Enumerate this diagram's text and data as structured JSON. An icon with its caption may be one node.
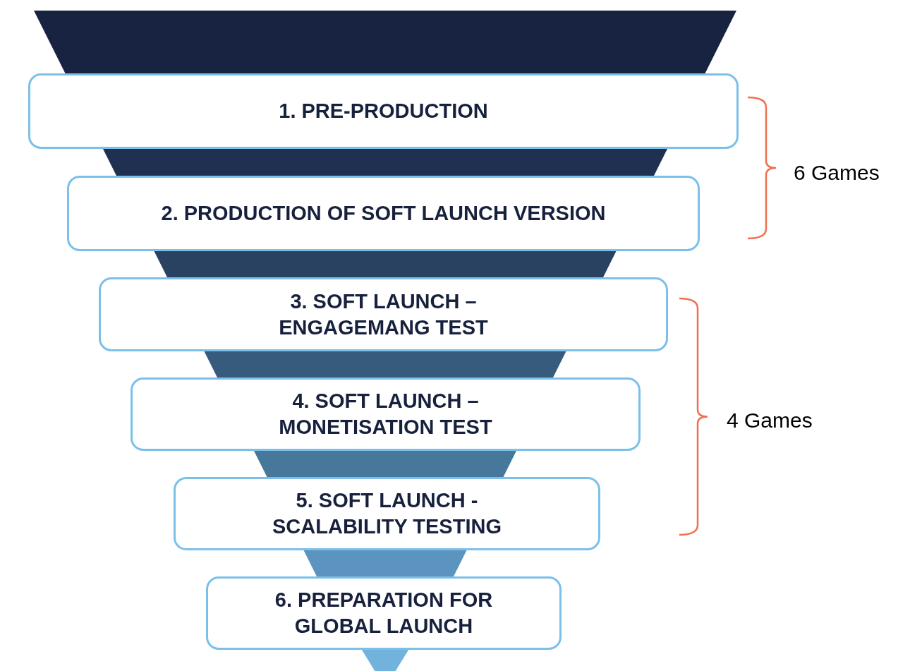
{
  "diagram": {
    "nodes": [
      {
        "text": [
          "1. PRE-PRODUCTION"
        ]
      },
      {
        "text": [
          "2. PRODUCTION OF SOFT LAUNCH VERSION"
        ]
      },
      {
        "text": [
          "3. SOFT LAUNCH – ENGAGEMANG TEST"
        ]
      },
      {
        "text": [
          "4. SOFT LAUNCH – MONETISATION TEST"
        ]
      },
      {
        "text": [
          "5. SOFT LAUNCH - SCALABILITY TESTING"
        ]
      },
      {
        "text": [
          "6. PREPARATION FOR GLOBAL LAUNCH"
        ]
      }
    ],
    "labels": [
      "6 Games",
      "4 Games"
    ]
  }
}
